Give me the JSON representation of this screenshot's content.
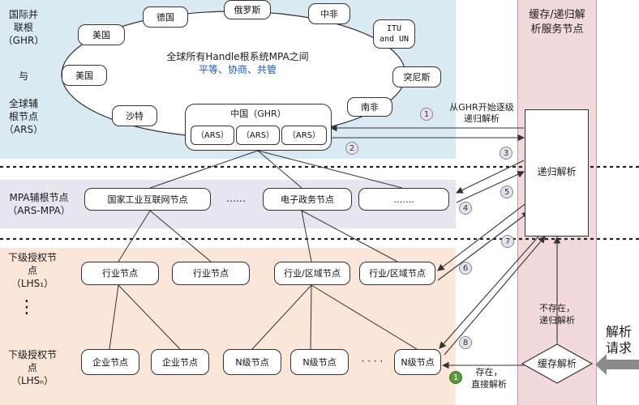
{
  "colors": {
    "top_band": "#daeaf3",
    "mid_band": "#e7e5ef",
    "low_band": "#fbe7d9",
    "cache_column": "#f2d9db",
    "step_circle": "#e4e2ee",
    "step_circle_green": "#5a9a3a"
  },
  "left_labels": {
    "ghr_line1": "国际并",
    "ghr_line2": "联根",
    "ghr_line3": "（GHR）",
    "and": "与",
    "ars_line1": "全球辅",
    "ars_line2": "根节点",
    "ars_line3": "（ARS）",
    "mpa_line1": "MPA辅根节点",
    "mpa_line2": "（ARS-MPA）",
    "lhs1_line1": "下级授权节",
    "lhs1_line2": "点",
    "lhs1_line3": "（LHS₁）",
    "dots": "⋮",
    "lhsn_line1": "下级授权节",
    "lhsn_line2": "点",
    "lhsn_line3": "（LHSₙ）"
  },
  "right_column": {
    "title_line1": "缓存/递归解",
    "title_line2": "析服务节点",
    "recursive_box": "递归解析",
    "cache_diamond": "缓存解析",
    "not_exist_line1": "不存在，",
    "not_exist_line2": "递归解析",
    "exist_line1": "存在，",
    "exist_line2": "直接解析",
    "request_line1": "解析",
    "request_line2": "请求"
  },
  "ring": {
    "center_line1": "全球所有Handle根系统MPA之间",
    "center_line2": "平等、协商、共管",
    "members": [
      "德国",
      "俄罗斯",
      "中非",
      "ITU and UN",
      "美国",
      "美国",
      "突尼斯",
      "沙特",
      "南非"
    ],
    "china": "中国（GHR）",
    "ars": [
      "（ARS）",
      "（ARS）",
      "（ARS）"
    ]
  },
  "mpa_row": {
    "industrial": "国家工业互联网节点",
    "ellipsis": "……",
    "egov": "电子政务节点",
    "more": "……."
  },
  "lhs1_row": {
    "industry1": "行业节点",
    "industry2": "行业节点",
    "region1": "行业/区域节点",
    "region2": "行业/区域节点"
  },
  "lhsn_row": {
    "enterprise1": "企业节点",
    "enterprise2": "企业节点",
    "n1": "N级节点",
    "n2": "N级节点",
    "dots": "· · · ·",
    "n3": "N级节点"
  },
  "steps": {
    "s1": "1",
    "s2": "2",
    "s3": "3",
    "s4": "4",
    "s5": "5",
    "s6": "6",
    "s7": "7",
    "s8": "8",
    "s1_note_line1": "从GHR开始逐级",
    "s1_note_line2": "递归解析"
  }
}
